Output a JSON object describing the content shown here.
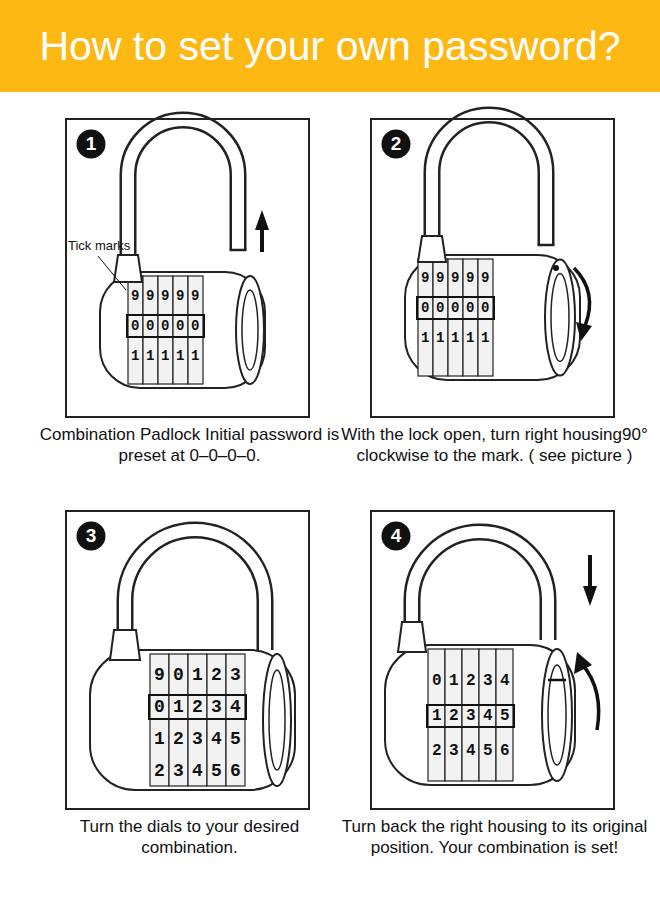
{
  "diagram": {
    "title": "How to set your own password?",
    "nodes": [
      {
        "text": [
          "Combination Padlock Initial password is preset at 0–0–0–0."
        ]
      },
      {
        "text": [
          "1"
        ],
        "in": 0
      },
      {
        "text": [
          "With the lock open, turn right housing90° clockwise to the mark. ( see picture )"
        ]
      },
      {
        "text": [
          "2"
        ],
        "in": 2
      },
      {
        "text": [
          "Turn the dials to your desired combination."
        ]
      },
      {
        "text": [
          "3"
        ],
        "in": 4
      },
      {
        "text": [
          "Turn back the right housing to its original position. Your combination is set!"
        ]
      },
      {
        "text": [
          "4"
        ],
        "in": 6
      }
    ],
    "labels": [
      "Tick marks",
      "99999",
      "00000",
      "11111",
      "99999",
      "00000",
      "11111",
      "90123",
      "01234",
      "12345",
      "23456",
      "01234",
      "12345",
      "23456"
    ]
  }
}
